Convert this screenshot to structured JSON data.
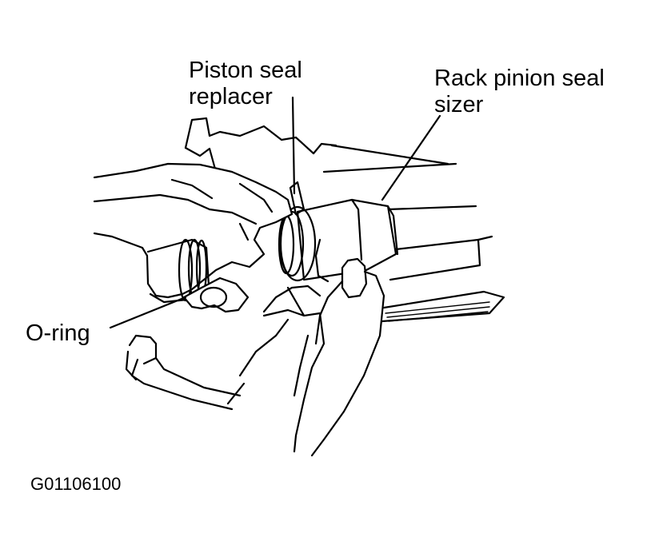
{
  "labels": {
    "piston_seal_replacer": "Piston seal\nreplacer",
    "rack_pinion_seal_sizer": "Rack pinion seal\nsizer",
    "o_ring": "O-ring"
  },
  "figure_id": "G01106100",
  "colors": {
    "ink": "#000000",
    "background": "#ffffff"
  }
}
